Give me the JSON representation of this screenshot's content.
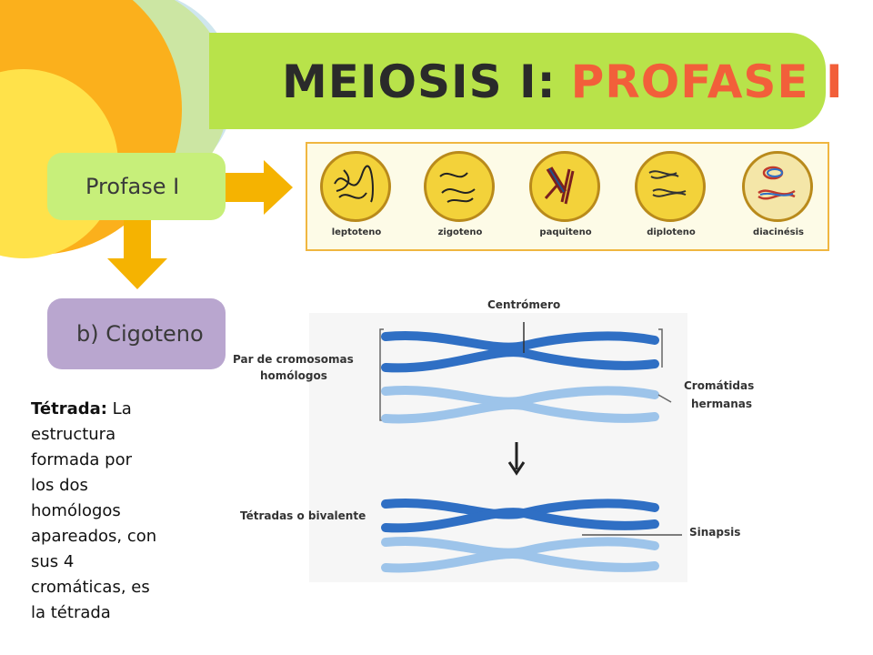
{
  "title": {
    "part1": "MEIOSIS I:",
    "part2": "PROFASE I"
  },
  "colors": {
    "banner": "#b8e34a",
    "title_dark": "#2a2a2a",
    "title_orange": "#f25f3a",
    "arrow": "#f5b301",
    "profase_box": "#c7ef7a",
    "cigoteno_box": "#b9a6cf",
    "chromosome_dark": "#2f6fc4",
    "chromosome_light": "#9dc4ea"
  },
  "boxes": {
    "profase": "Profase I",
    "cigoteno": "b) Cigoteno"
  },
  "stages": [
    {
      "label": "leptoteno",
      "icon": "cell-leptoteno-icon"
    },
    {
      "label": "zigoteno",
      "icon": "cell-zigoteno-icon"
    },
    {
      "label": "paquiteno",
      "icon": "cell-paquiteno-icon"
    },
    {
      "label": "diploteno",
      "icon": "cell-diploteno-icon"
    },
    {
      "label": "diacinésis",
      "icon": "cell-diacinesis-icon"
    }
  ],
  "figure": {
    "centromero": "Centrómero",
    "par_line1": "Par de cromosomas",
    "par_line2": "homólogos",
    "cromatidas_line1": "Cromátidas",
    "cromatidas_line2": "hermanas",
    "tetradas": "Tétradas o bivalente",
    "sinapsis": "Sinapsis"
  },
  "tetrada": {
    "term": "Tétrada:",
    "text": " La estructura formada por los dos homólogos apareados, con sus 4 cromáticas, es la tétrada"
  }
}
